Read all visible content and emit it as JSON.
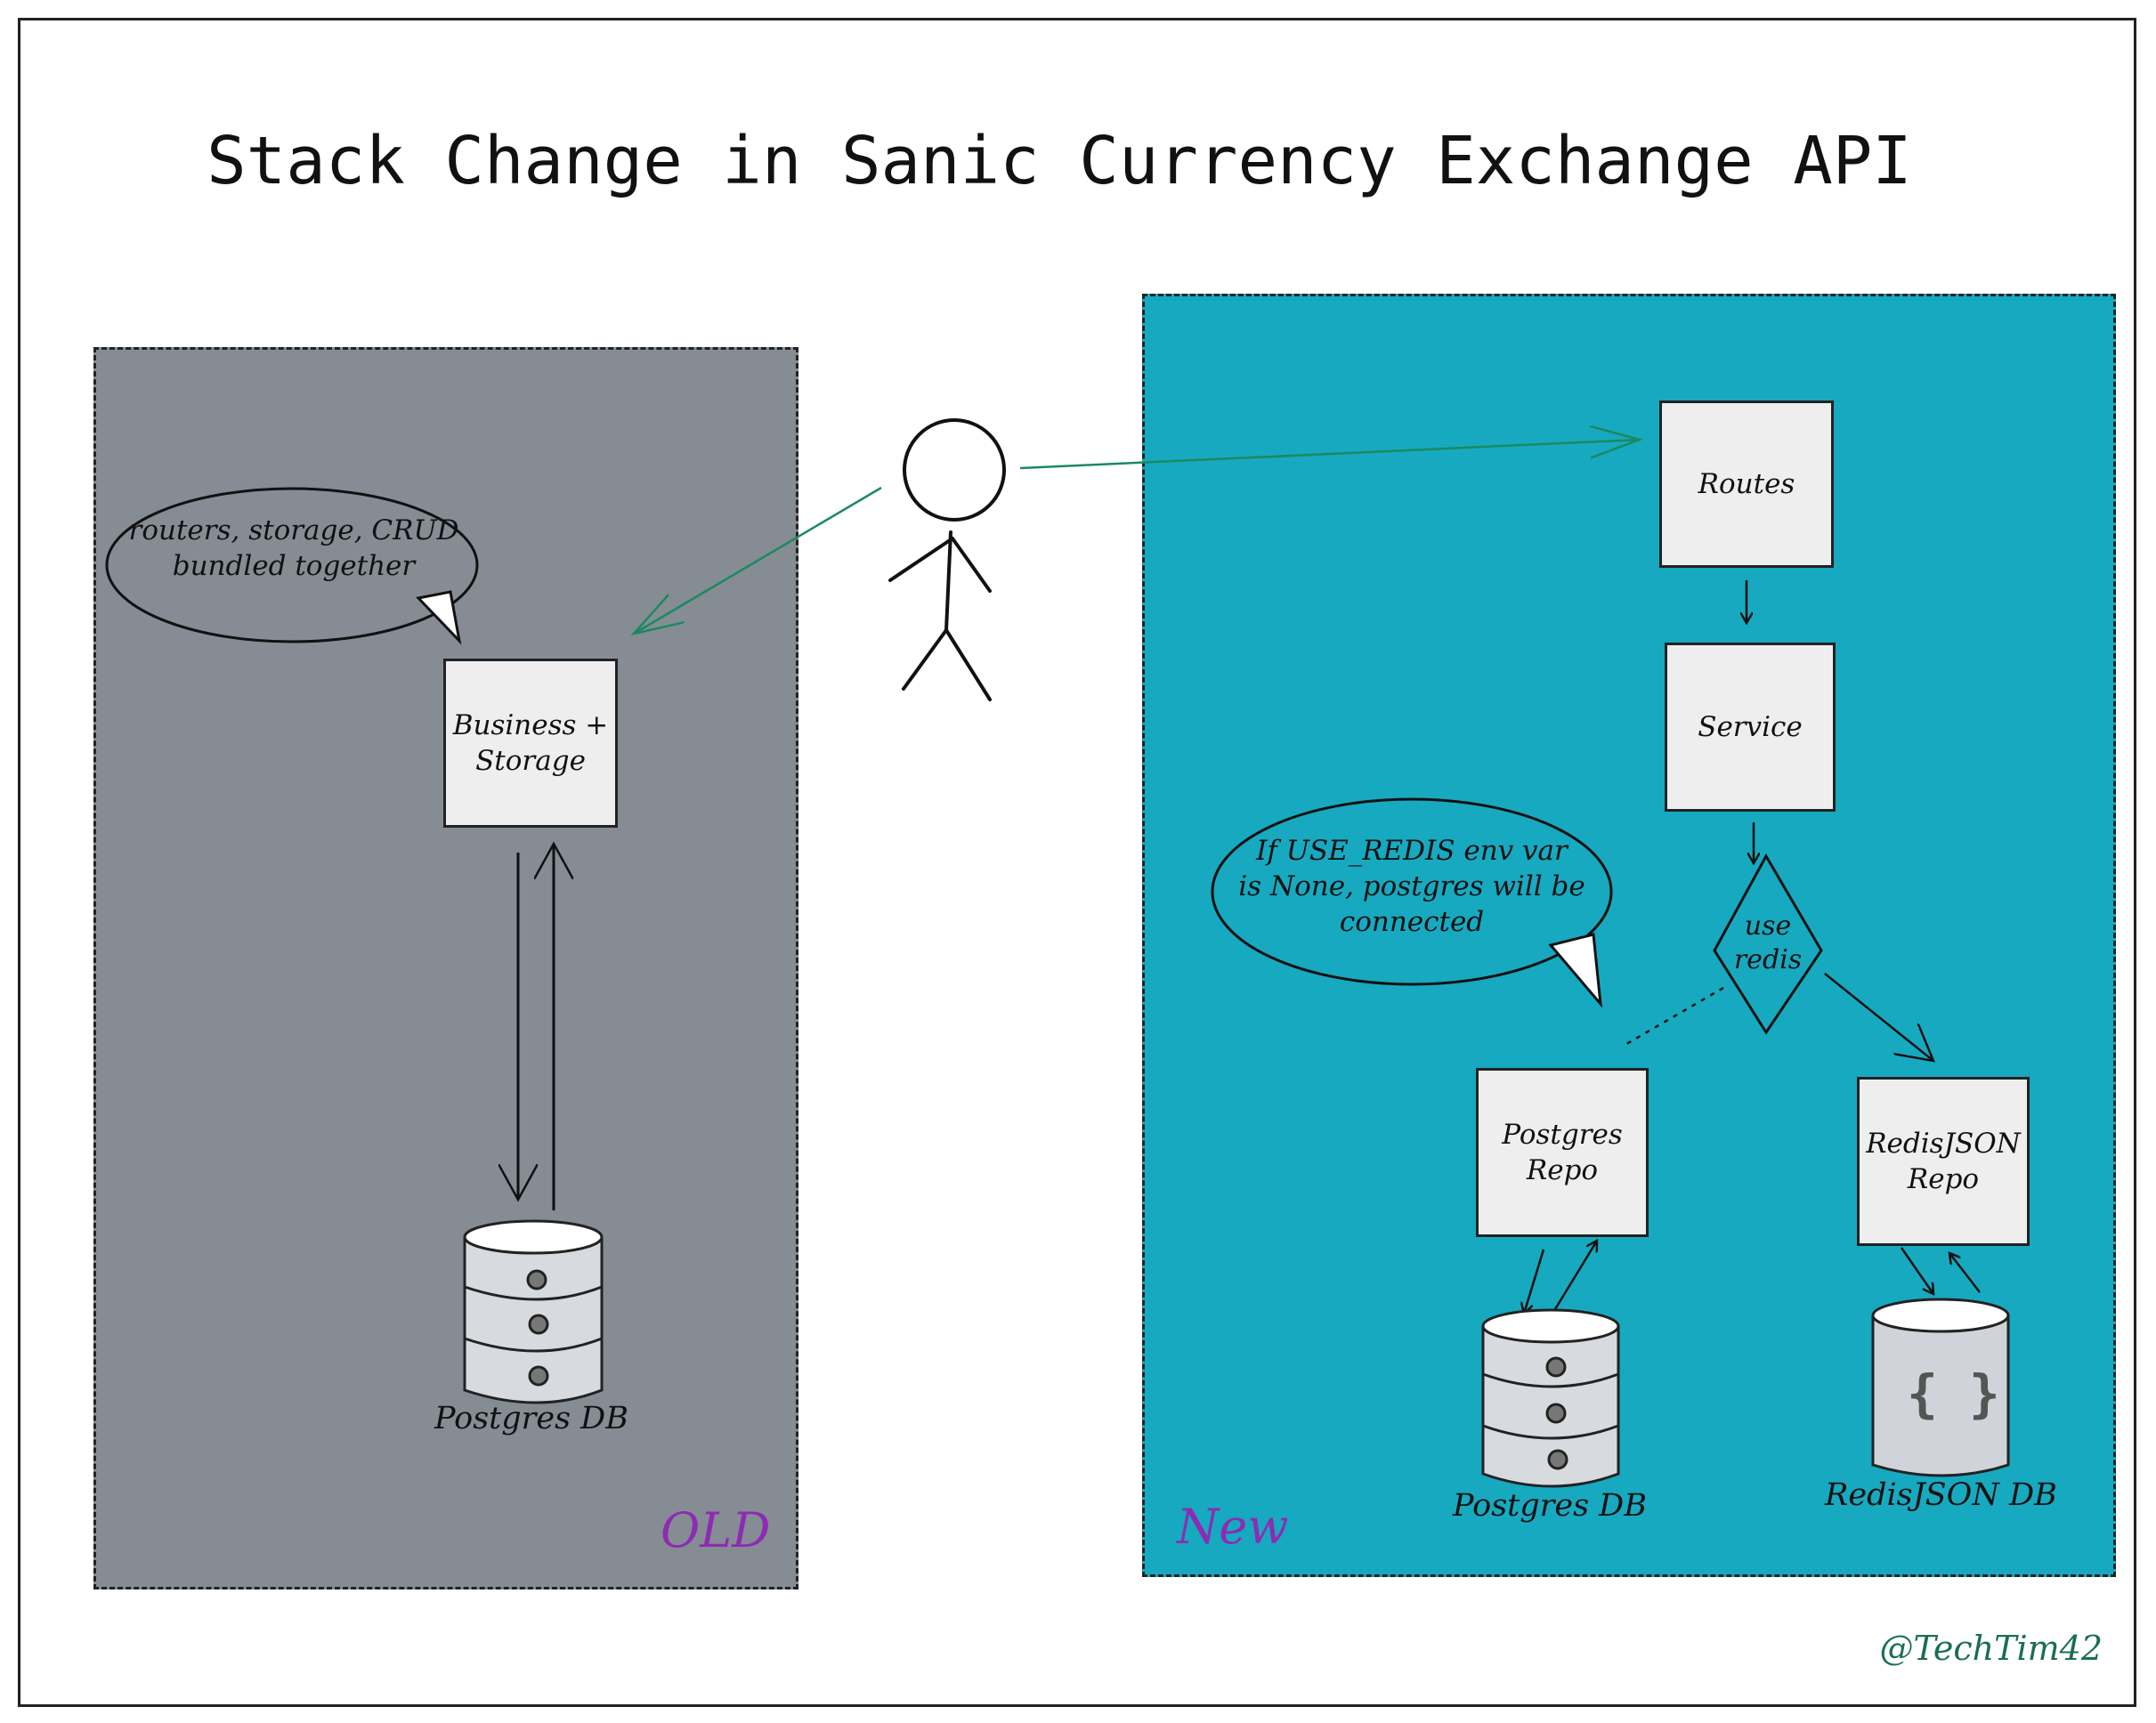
{
  "title": "Stack Change in Sanic Currency Exchange API",
  "old_panel": {
    "tag": "OLD",
    "bubble": [
      "routers, storage, CRUD",
      "bundled together"
    ],
    "box": [
      "Business +",
      "Storage"
    ],
    "db_label": "Postgres DB"
  },
  "new_panel": {
    "tag": "New",
    "routes": "Routes",
    "service": "Service",
    "decision": [
      "use",
      "redis"
    ],
    "bubble": [
      "If USE_REDIS env var",
      "is None, postgres will be",
      "connected"
    ],
    "postgres_repo": [
      "Postgres",
      "Repo"
    ],
    "redis_repo": [
      "RedisJSON",
      "Repo"
    ],
    "postgres_db_label": "Postgres DB",
    "redis_db_label": "RedisJSON DB",
    "json_icon": "{ }"
  },
  "handle": "@TechTim42",
  "colors": {
    "old_panel": "#858c94",
    "new_panel": "#17a9c0",
    "box_fill": "#eeeeee",
    "tag": "#8e2bb2",
    "user_arrow": "#1a8a5e",
    "handle": "#1a6e52"
  },
  "icons": [
    "stick-figure-icon",
    "database-cylinder-icon",
    "json-document-icon"
  ]
}
